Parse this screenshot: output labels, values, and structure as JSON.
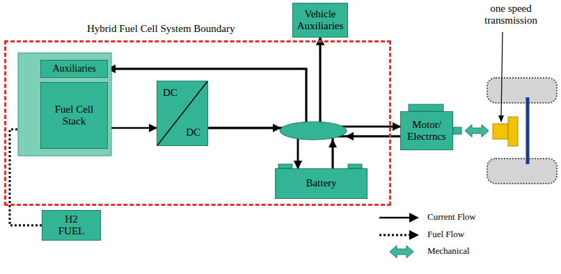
{
  "diagram": {
    "nodes": [
      {
        "text": [
          "Vehicle Auxiliaries"
        ]
      },
      {
        "text": [
          "Hybrid Fuel Cell System Boundary"
        ]
      },
      {
        "text": [
          "Auxiliaries"
        ],
        "in": 1
      },
      {
        "text": [
          "Fuel Cell Stack"
        ],
        "in": 1
      },
      {
        "text": [
          "DC",
          "DC"
        ],
        "in": 1
      },
      {
        "text": [
          "Battery"
        ],
        "in": 1
      },
      {
        "text": [
          "Motor/ Electrncs"
        ]
      },
      {
        "text": [
          "H2 FUEL"
        ]
      }
    ],
    "edges": [
      {
        "from": 7,
        "to": 3,
        "arrow": "to"
      },
      {
        "from": 3,
        "to": 4,
        "arrow": "to"
      },
      {
        "from": 4,
        "to": 2,
        "arrow": "to"
      },
      {
        "from": 4,
        "to": 0,
        "arrow": "to"
      },
      {
        "from": 4,
        "to": 5,
        "arrow": "to"
      },
      {
        "from": 4,
        "to": 6,
        "arrow": "to"
      },
      {
        "from": 5,
        "to": 2,
        "arrow": "to"
      },
      {
        "from": 5,
        "to": 0,
        "arrow": "to"
      },
      {
        "from": 5,
        "to": 6,
        "arrow": "to"
      },
      {
        "from": 6,
        "to": 5,
        "arrow": "to"
      },
      {
        "from": 6,
        "to": 2,
        "arrow": "to"
      },
      {
        "from": 6,
        "to": 0,
        "arrow": "to"
      }
    ],
    "labels": [
      "one speed transmission"
    ],
    "legend": [
      {
        "text": "Current Flow"
      },
      {
        "text": "Fuel Flow"
      },
      {
        "text": "Mechanical"
      }
    ]
  }
}
